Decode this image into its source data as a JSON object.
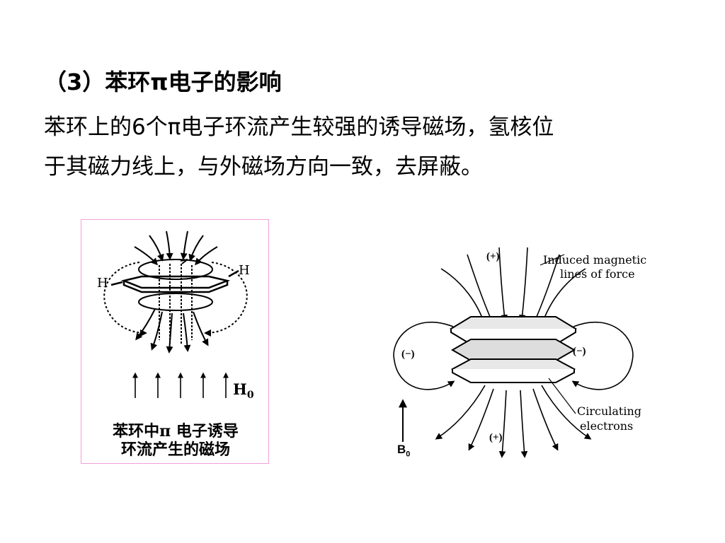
{
  "slide": {
    "heading": "（3）苯环π电子的影响",
    "body_line1": "苯环上的6个π电子环流产生较强的诱导磁场，氢核位",
    "body_line2": "于其磁力线上，与外磁场方向一致，去屏蔽。"
  },
  "left_figure": {
    "h_left": "H",
    "h_right": "H",
    "field_label": "H",
    "field_subscript": "0",
    "caption_line1": "苯环中π 电子诱导",
    "caption_line2": "环流产生的磁场",
    "border_color": "#f0a0d8"
  },
  "right_figure": {
    "sign_top": "(+)",
    "sign_bottom": "(+)",
    "sign_left": "(−)",
    "sign_right": "(−)",
    "induced_line1": "Induced magnetic",
    "induced_line2": "lines of force",
    "circ_line1": "Circulating",
    "circ_line2": "electrons",
    "field_label": "B",
    "field_subscript": "0"
  }
}
